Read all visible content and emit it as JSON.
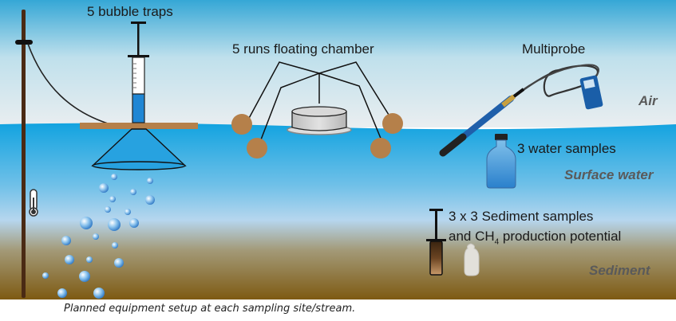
{
  "figure": {
    "caption": "Planned equipment setup at each sampling site/stream.",
    "zones": {
      "air": "Air",
      "surface_water": "Surface water",
      "sediment": "Sediment"
    },
    "labels": {
      "bubble_traps": "5 bubble traps",
      "floating_chamber": "5 runs floating chamber",
      "multiprobe": "Multiprobe",
      "water_samples": "3 water samples",
      "sediment_line1": "3 x 3 Sediment samples",
      "sediment_line2_prefix": "and CH",
      "sediment_line2_sub": "4",
      "sediment_line2_suffix": " production potential"
    },
    "colors": {
      "air_top": "#3aa9d8",
      "air_bottom": "#e8eef0",
      "water": "#1aa7e0",
      "sediment": "#8a6418",
      "float_brown": "#b5804a",
      "pole": "#4a2a14"
    }
  }
}
